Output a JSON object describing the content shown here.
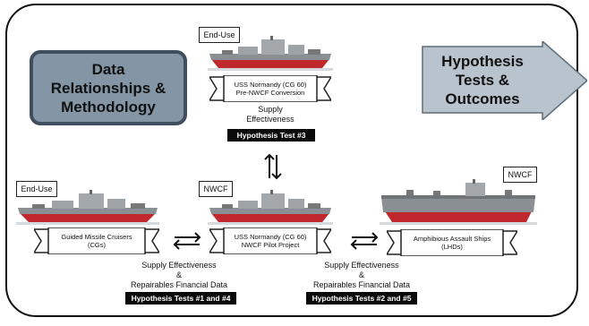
{
  "title_box": {
    "line1": "Data",
    "line2": "Relationships &",
    "line3": "Methodology"
  },
  "arrow_box": {
    "line1": "Hypothesis",
    "line2": "Tests &",
    "line3": "Outcomes"
  },
  "top": {
    "tag": "End-Use",
    "ribbon_line1": "USS Normandy (CG 60)",
    "ribbon_line2": "Pre-NWCF Conversion",
    "label_line1": "Supply",
    "label_line2": "Effectiveness",
    "hypothesis": "Hypothesis Test #3"
  },
  "left": {
    "tag": "End-Use",
    "ribbon_line1": "Guided Missile Cruisers",
    "ribbon_line2": "(CGs)"
  },
  "center": {
    "tag": "NWCF",
    "ribbon_line1": "USS Normandy (CG 60)",
    "ribbon_line2": "NWCF Pilot Project"
  },
  "right": {
    "tag": "NWCF",
    "ribbon_line1": "Amphibious Assault Ships",
    "ribbon_line2": "(LHDs)"
  },
  "bottom_left": {
    "line1": "Supply Effectiveness",
    "line2": "&",
    "line3": "Repairables Financial Data",
    "hypothesis": "Hypothesis Tests #1 and #4"
  },
  "bottom_right": {
    "line1": "Supply Effectiveness",
    "line2": "&",
    "line3": "Repairables Financial Data",
    "hypothesis": "Hypothesis Tests #2 and #5"
  },
  "colors": {
    "title_fill": "#8496a6",
    "title_border": "#3f4f5f",
    "arrow_fill": "#b9c3cd",
    "hull_red": "#c0282d",
    "hull_grey": "#8a8f94"
  }
}
